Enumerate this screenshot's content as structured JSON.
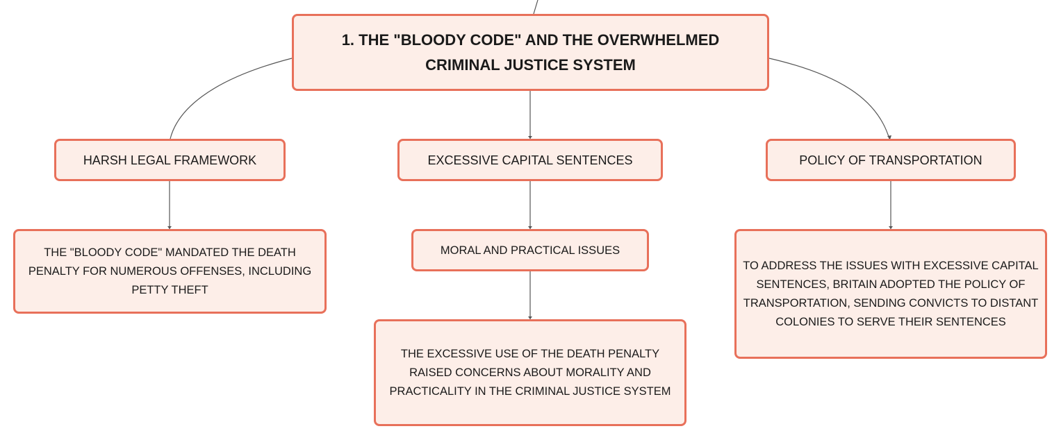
{
  "root": {
    "title": "1. THE \"BLOODY CODE\" AND THE OVERWHELMED CRIMINAL JUSTICE SYSTEM"
  },
  "branches": [
    {
      "label": "HARSH LEGAL FRAMEWORK",
      "detail": "THE \"BLOODY CODE\" MANDATED THE DEATH PENALTY FOR NUMEROUS OFFENSES, INCLUDING PETTY THEFT"
    },
    {
      "label": "EXCESSIVE CAPITAL SENTENCES",
      "sub_label": "MORAL AND PRACTICAL ISSUES",
      "detail": "THE EXCESSIVE USE OF THE DEATH PENALTY RAISED CONCERNS ABOUT MORALITY AND PRACTICALITY IN THE CRIMINAL JUSTICE SYSTEM"
    },
    {
      "label": "POLICY OF TRANSPORTATION",
      "detail": "TO ADDRESS THE ISSUES WITH EXCESSIVE CAPITAL SENTENCES, BRITAIN ADOPTED THE POLICY OF TRANSPORTATION, SENDING CONVICTS TO DISTANT COLONIES TO SERVE THEIR SENTENCES"
    }
  ],
  "colors": {
    "node_fill": "#fdeee8",
    "node_border": "#e8705a",
    "connector": "#555555",
    "text": "#1a1a1a"
  }
}
